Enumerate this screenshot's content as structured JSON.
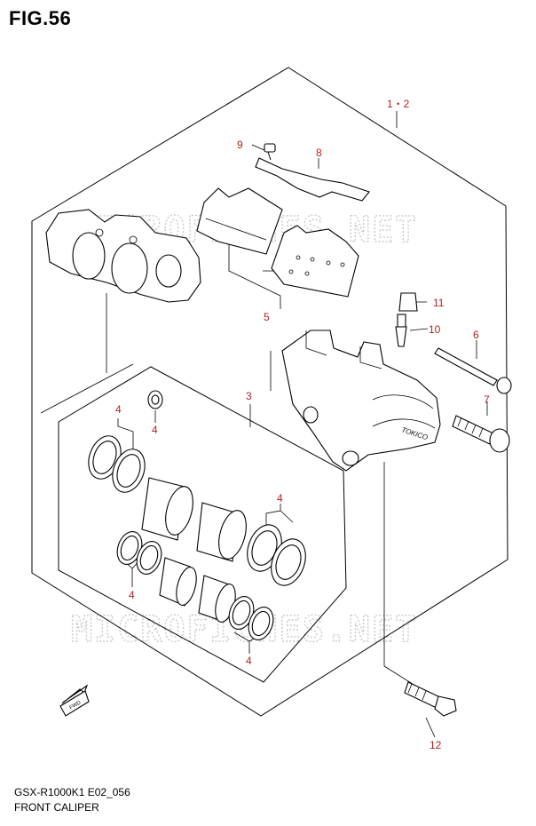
{
  "figure": {
    "title": "FIG.56"
  },
  "watermark": "MICROFICHES.NET",
  "callouts": {
    "c1_2": "1・2",
    "c3": "3",
    "c4a": "4",
    "c4b": "4",
    "c4c": "4",
    "c4d": "4",
    "c4e": "4",
    "c5": "5",
    "c6": "6",
    "c7": "7",
    "c8": "8",
    "c9": "9",
    "c10": "10",
    "c11": "11",
    "c12": "12"
  },
  "labels": {
    "fwd": "FWD",
    "tokico": "TOKICO"
  },
  "footer": {
    "model_code": "GSX-R1000K1 E02_056",
    "section_name": "FRONT CALIPER"
  },
  "colors": {
    "callout": "#b52020",
    "line": "#000000",
    "watermark": "#c9c9c9"
  }
}
